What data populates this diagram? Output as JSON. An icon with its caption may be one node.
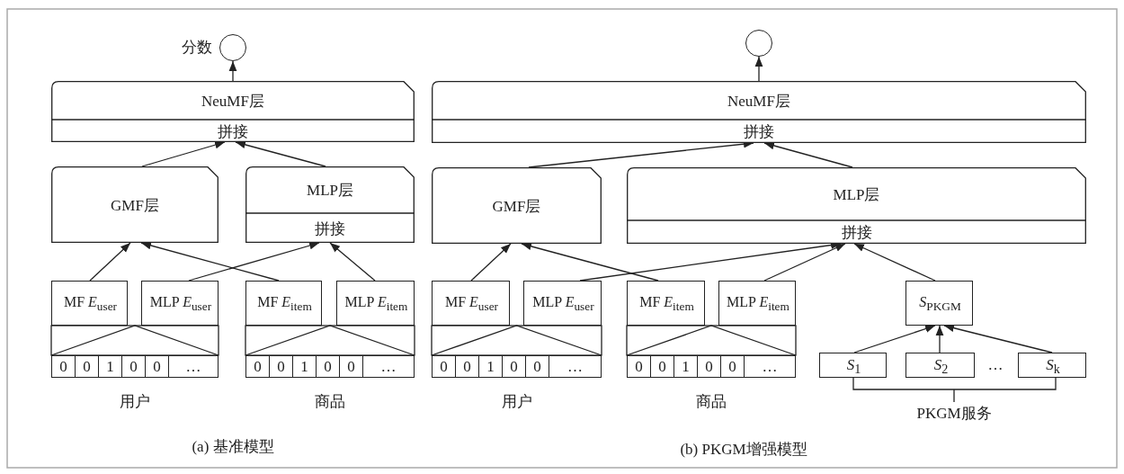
{
  "diagram": {
    "nodes": [
      {
        "text": [],
        "shape": "circle",
        "beside": [
          "分数"
        ]
      },
      {
        "text": [
          "NeuMF层",
          "拼接"
        ]
      },
      {
        "text": [
          "GMF层"
        ]
      },
      {
        "text": [
          "MLP层",
          "拼接"
        ]
      },
      {
        "text": [
          "MF *E*$_{user}$"
        ]
      },
      {
        "text": [
          "MLP *E*$_{user}$"
        ]
      },
      {
        "text": [
          "MF *E*$_{item}$"
        ]
      },
      {
        "text": [
          "MLP *E*$_{item}$"
        ]
      },
      {
        "text": [
          "0",
          "0",
          "1",
          "0",
          "0",
          "…"
        ],
        "beside": [
          "用户"
        ]
      },
      {
        "text": [
          "0",
          "0",
          "1",
          "0",
          "0",
          "…"
        ],
        "beside": [
          "商品"
        ]
      },
      {
        "text": [],
        "shape": "circle"
      },
      {
        "text": [
          "NeuMF层",
          "拼接"
        ]
      },
      {
        "text": [
          "GMF层"
        ]
      },
      {
        "text": [
          "MLP层",
          "拼接"
        ]
      },
      {
        "text": [
          "MF *E*$_{user}$"
        ]
      },
      {
        "text": [
          "MLP *E*$_{user}$"
        ]
      },
      {
        "text": [
          "MF *E*$_{item}$"
        ]
      },
      {
        "text": [
          "MLP *E*$_{item}$"
        ]
      },
      {
        "text": [
          "0",
          "0",
          "1",
          "0",
          "0",
          "…"
        ],
        "beside": [
          "用户"
        ]
      },
      {
        "text": [
          "0",
          "0",
          "1",
          "0",
          "0",
          "…"
        ],
        "beside": [
          "商品"
        ]
      },
      {
        "text": [
          "*S*$_{PKGM}$"
        ]
      },
      {
        "text": [
          "*S*$_{1}$"
        ]
      },
      {
        "text": [
          "*S*$_{2}$"
        ]
      },
      {
        "text": [
          "*S*$_{k}$"
        ]
      }
    ],
    "edges": [
      {
        "from": 1,
        "to": 0,
        "arrow": "to"
      },
      {
        "from": 2,
        "to": 1,
        "arrow": "to"
      },
      {
        "from": 3,
        "to": 1,
        "arrow": "to"
      },
      {
        "from": 4,
        "to": 2,
        "arrow": "to"
      },
      {
        "from": 6,
        "to": 2,
        "arrow": "to"
      },
      {
        "from": 5,
        "to": 3,
        "arrow": "to"
      },
      {
        "from": 7,
        "to": 3,
        "arrow": "to"
      },
      {
        "from": 11,
        "to": 10,
        "arrow": "to"
      },
      {
        "from": 12,
        "to": 11,
        "arrow": "to"
      },
      {
        "from": 13,
        "to": 11,
        "arrow": "to"
      },
      {
        "from": 14,
        "to": 12,
        "arrow": "to"
      },
      {
        "from": 16,
        "to": 12,
        "arrow": "to"
      },
      {
        "from": 15,
        "to": 13,
        "arrow": "to"
      },
      {
        "from": 17,
        "to": 13,
        "arrow": "to"
      },
      {
        "from": 20,
        "to": 13,
        "arrow": "to"
      },
      {
        "from": 21,
        "to": 20,
        "arrow": "to"
      },
      {
        "from": 22,
        "to": 20,
        "arrow": "to"
      },
      {
        "from": 23,
        "to": 20,
        "arrow": "to"
      }
    ],
    "labels": [
      "…",
      "PKGM服务",
      "(a) 基准模型",
      "(b) PKGM增强模型"
    ]
  }
}
